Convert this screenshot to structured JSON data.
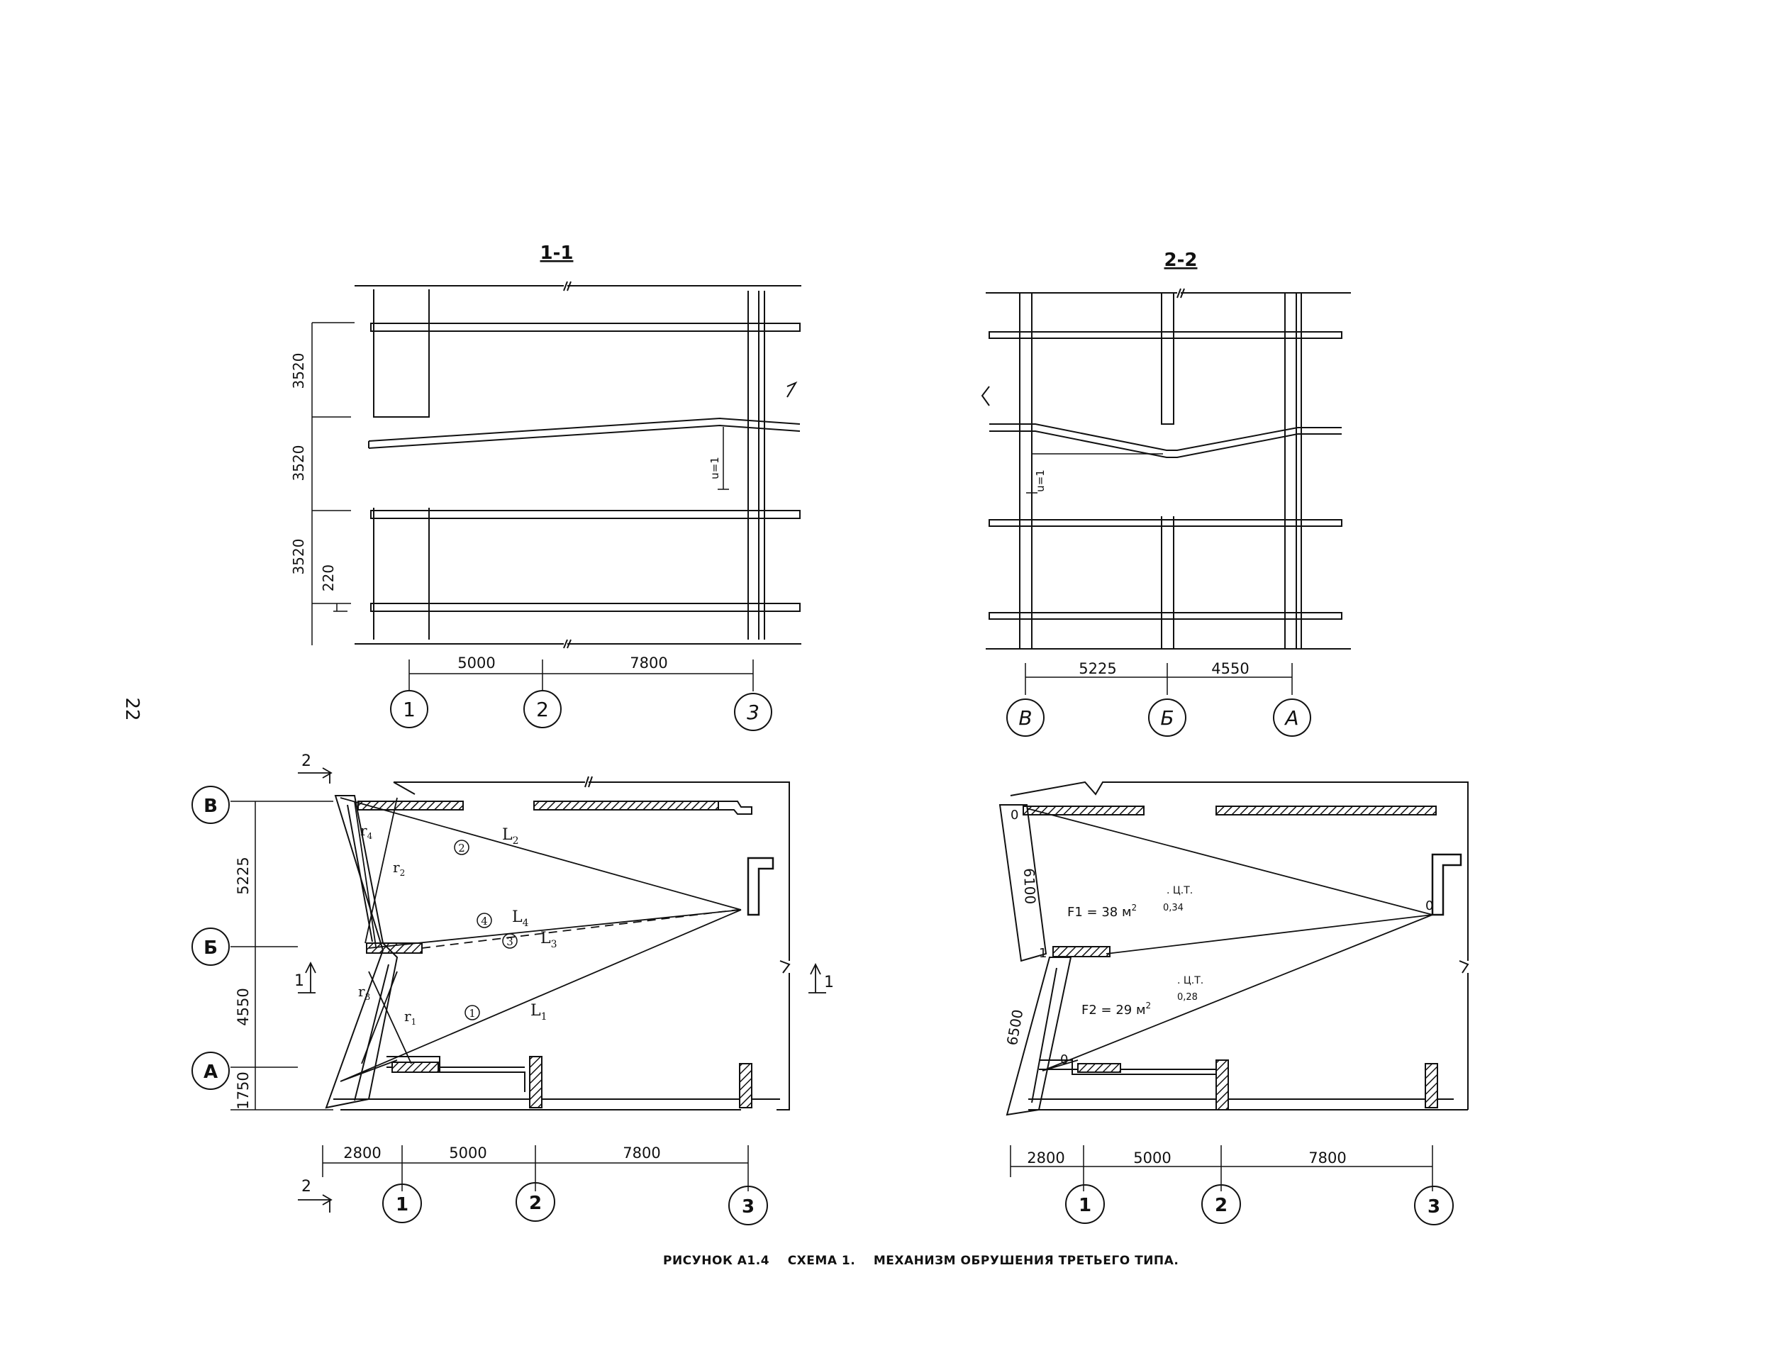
{
  "page_number": "22",
  "section_1_1": {
    "title": "1-1",
    "heights": [
      "3520",
      "3520",
      "3520"
    ],
    "slab_thickness": "220",
    "deflection": "u=1",
    "spans": [
      "5000",
      "7800"
    ],
    "axes": [
      "1",
      "2",
      "3"
    ]
  },
  "section_2_2": {
    "title": "2-2",
    "deflection": "u=1",
    "spans": [
      "5225",
      "4550"
    ],
    "axes": [
      "В",
      "Б",
      "А"
    ]
  },
  "plan_left": {
    "row_axes": [
      "В",
      "Б",
      "А"
    ],
    "row_dims": [
      "5225",
      "4550",
      "1750"
    ],
    "col_dims": [
      "2800",
      "5000",
      "7800"
    ],
    "col_axes": [
      "1",
      "2",
      "3"
    ],
    "cut_marks": [
      "2",
      "2",
      "1",
      "1"
    ],
    "line_labels": {
      "L1": "L",
      "L1_sub": "1",
      "n1": "1",
      "L2": "L",
      "L2_sub": "2",
      "n2": "2",
      "L3": "L",
      "L3_sub": "3",
      "n3": "3",
      "L4": "L",
      "L4_sub": "4",
      "n4": "4",
      "r1": "r",
      "r1_sub": "1",
      "r2": "r",
      "r2_sub": "2",
      "r3": "r",
      "r3_sub": "3",
      "r4": "r",
      "r4_sub": "4"
    }
  },
  "plan_right": {
    "col_dims": [
      "2800",
      "5000",
      "7800"
    ],
    "col_axes": [
      "1",
      "2",
      "3"
    ],
    "edge_dims": [
      "6100",
      "6500"
    ],
    "f1": "F1 = 38 м",
    "f1_sup": "2",
    "f2": "F2 = 29 м",
    "f2_sup": "2",
    "ct1": ". Ц.Т.",
    "ct1_val": "0,34",
    "ct2": ". Ц.Т.",
    "ct2_val": "0,28",
    "hinge_labels": [
      "0",
      "1",
      "0",
      "0"
    ]
  },
  "caption": "РИСУНОК А1.4    СХЕМА 1.    МЕХАНИЗМ ОБРУШЕНИЯ ТРЕТЬЕГО ТИПА."
}
